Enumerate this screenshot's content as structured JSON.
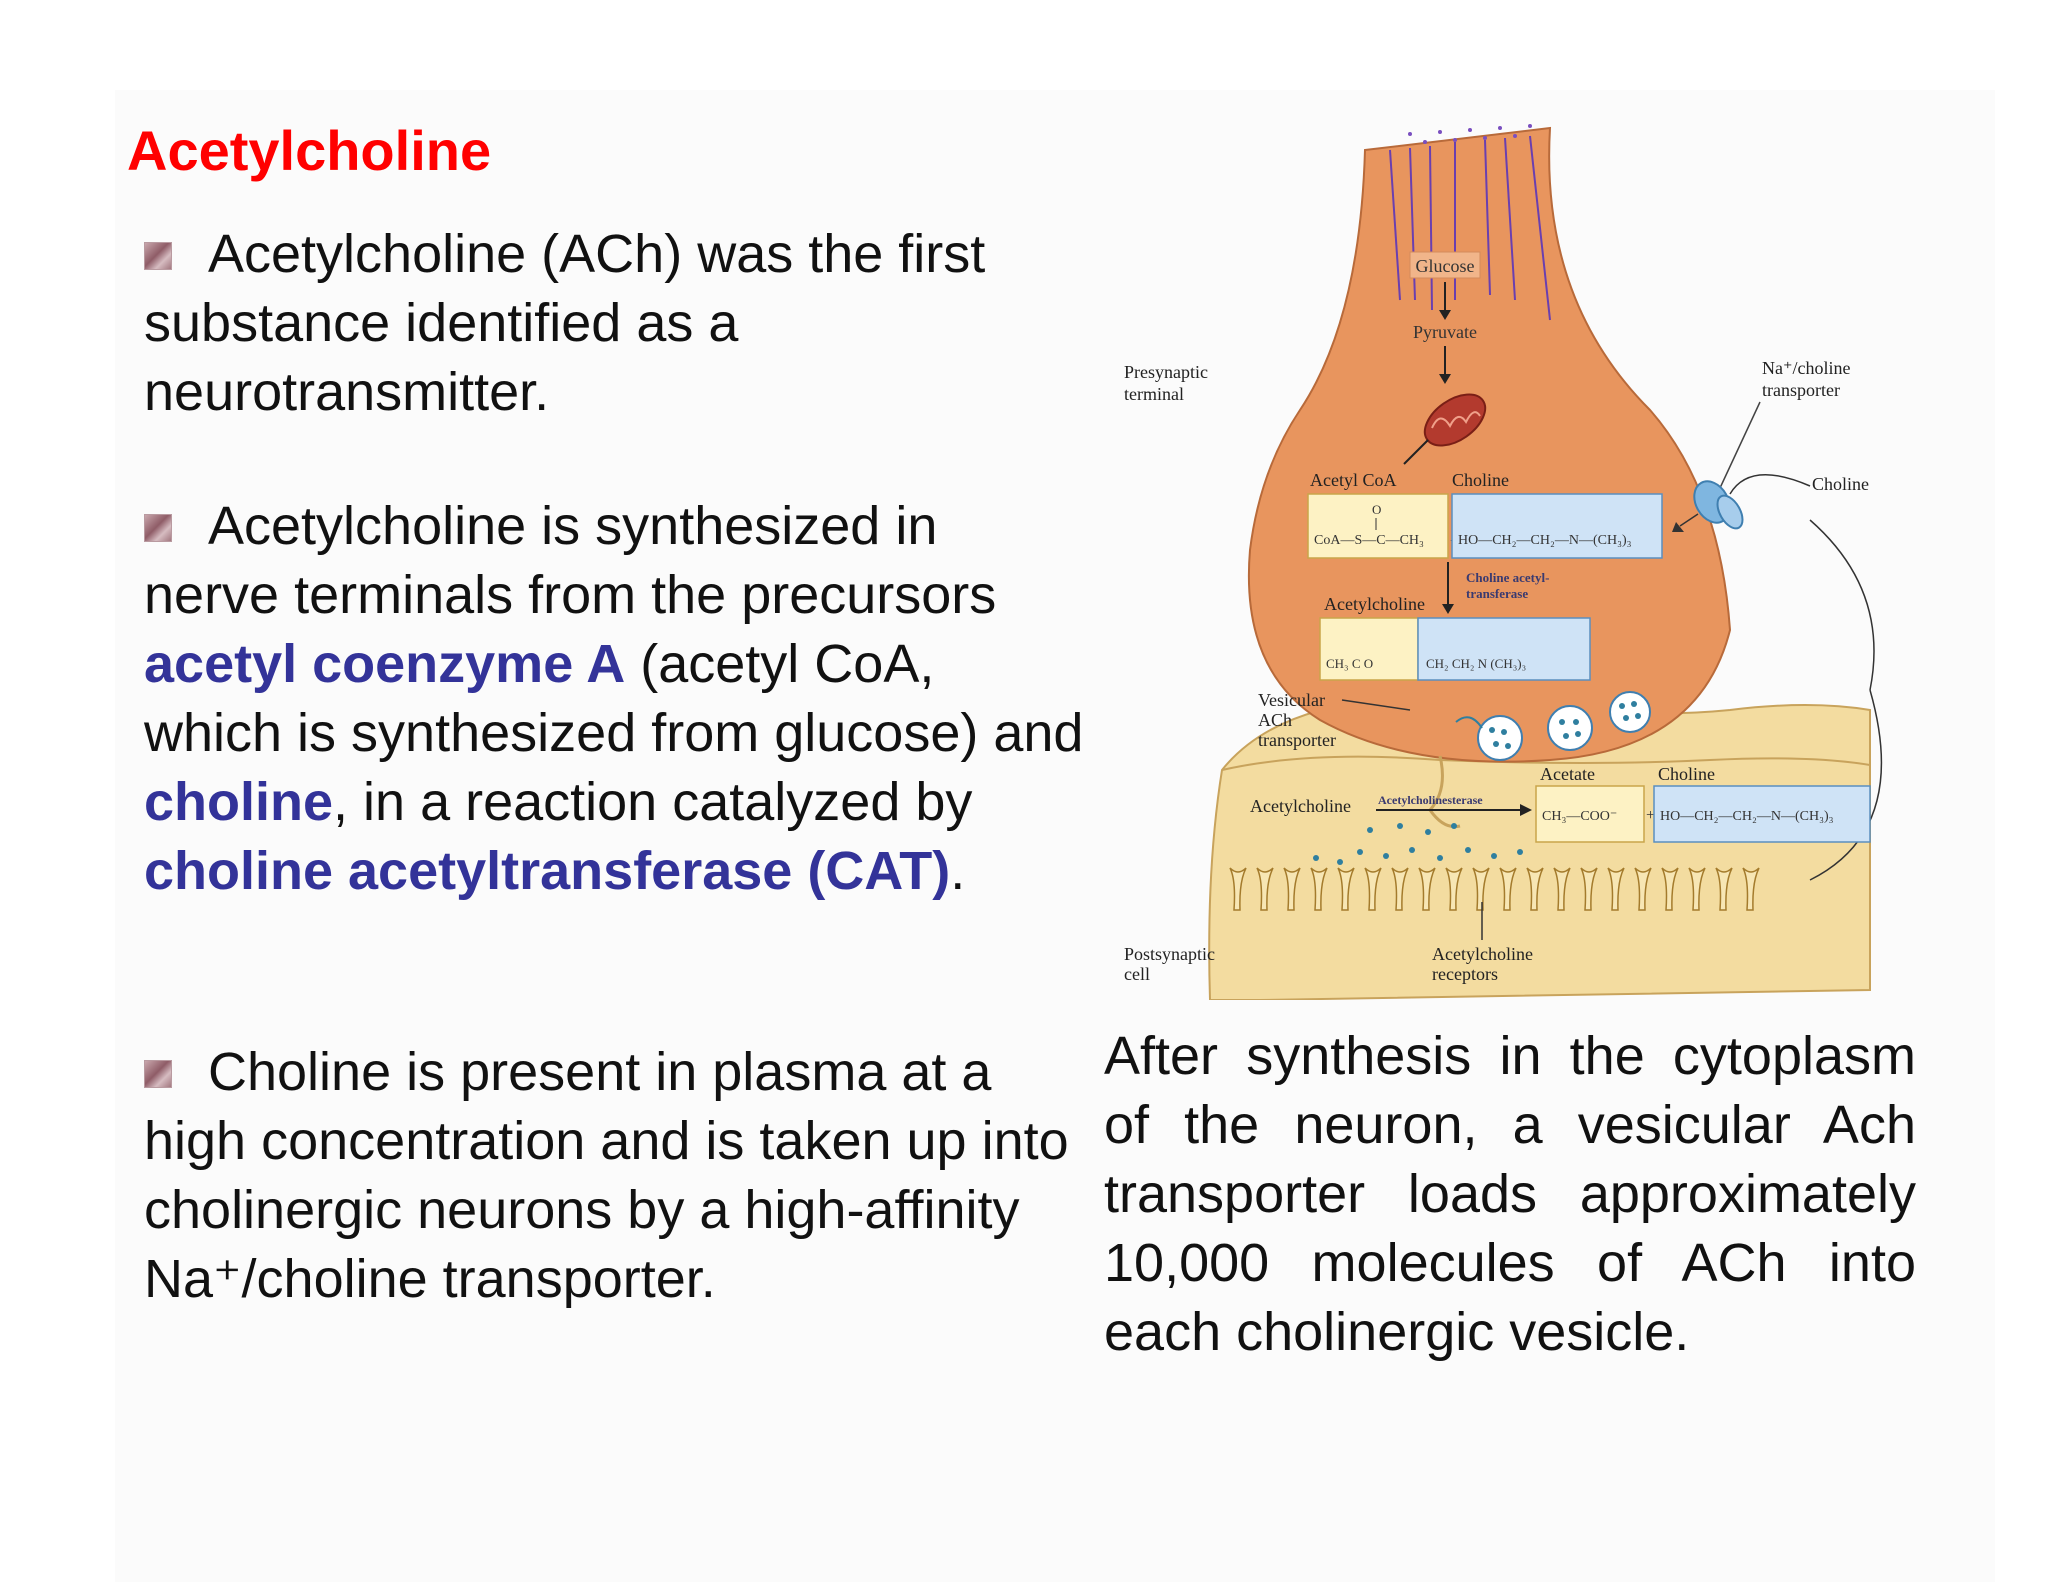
{
  "title": "Acetylcholine",
  "paragraphs": {
    "p1": "Acetylcholine (ACh) was the first substance identified as a neurotransmitter.",
    "p2_a": "Acetylcholine is synthesized in nerve terminals from the precursors ",
    "p2_b": "acetyl coenzyme A",
    "p2_c": " (acetyl CoA, which is synthesized from glucose) and ",
    "p2_d": "choline",
    "p2_e": ", in a reaction catalyzed by ",
    "p2_f": "choline acetyltransferase (CAT)",
    "p2_g": ".",
    "p3": "Choline is present in plasma at a high concentration and is taken up into cholinergic neurons by a high-affinity Na⁺/choline transporter."
  },
  "caption": "After synthesis in the cytoplasm of the neuron, a vesicular Ach transporter loads approximately 10,000 molecules of ACh into each cholinergic vesicle.",
  "diagram": {
    "glucose": "Glucose",
    "pyruvate": "Pyruvate",
    "presynaptic_1": "Presynaptic",
    "presynaptic_2": "terminal",
    "na_choline_1": "Na⁺/choline",
    "na_choline_2": "transporter",
    "choline_outside": "Choline",
    "acetyl_coa": "Acetyl CoA",
    "choline_top": "Choline",
    "acetylcoa_formula": "CoA—S—C—CH₃",
    "plus": "+",
    "choline_formula": "HO—CH₂—CH₂—N—(CH₃)₃",
    "cat_1": "Choline acetyl-",
    "cat_2": "transferase",
    "acetylcholine_top": "Acetylcholine",
    "ach_formula_left": "CH₃   C   O",
    "ach_formula_right": "CH₂   CH₂   N   (CH₃)₃",
    "vesicular_1": "Vesicular",
    "vesicular_2": "ACh",
    "vesicular_3": "transporter",
    "acetate": "Acetate",
    "choline_bottom": "Choline",
    "acetylcholine_cleft": "Acetylcholine",
    "ache": "Acetylcholinesterase",
    "acetate_formula": "CH₃—COO⁻",
    "plus2": "+",
    "choline_formula_2": "HO—CH₂—CH₂—N—(CH₃)₃",
    "postsynaptic_1": "Postsynaptic",
    "postsynaptic_2": "cell",
    "receptors_1": "Acetylcholine",
    "receptors_2": "receptors"
  },
  "colors": {
    "title": "#ff0000",
    "highlight": "#333399",
    "presynaptic_fill": "#e8955e",
    "postsynaptic_fill": "#f3dca0",
    "choline_box": "#cfe3f6",
    "acetyl_box": "#fdf2c4"
  }
}
